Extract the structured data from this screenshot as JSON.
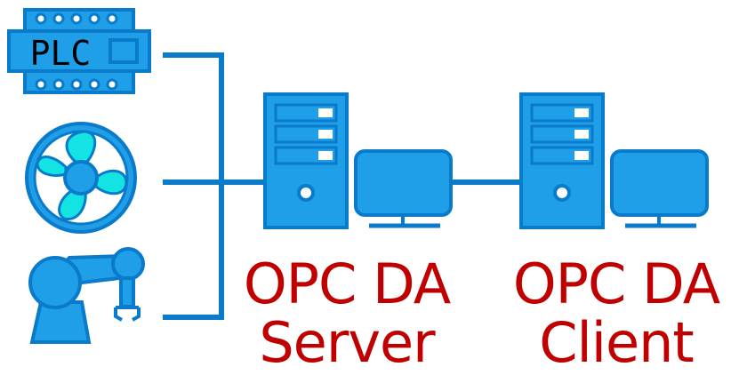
{
  "diagram": {
    "plc": {
      "text": "PLC"
    },
    "server": {
      "line1": "OPC DA",
      "line2": "Server"
    },
    "client": {
      "line1": "OPC DA",
      "line2": "Client"
    }
  },
  "colors": {
    "blue": "#0A7ACB",
    "fill": "#1E9FE8",
    "cyan": "#14E3E3",
    "label": "#C00000",
    "white": "#FFFFFF"
  }
}
